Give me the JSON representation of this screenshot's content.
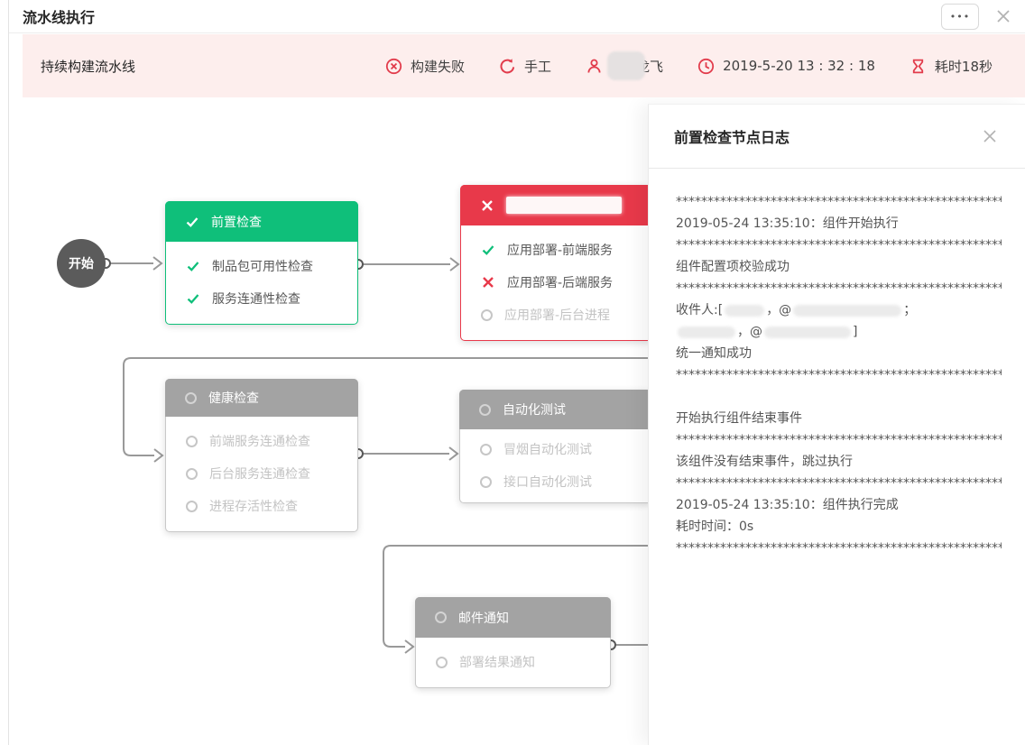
{
  "window": {
    "title": "流水线执行",
    "more_label": "•••"
  },
  "status_bar": {
    "pipeline_name": "持续构建流水线",
    "result_label": "构建失败",
    "trigger_label": "手工",
    "executor_visible": "龙飞",
    "time": "2019-5-20 13 : 32 : 18",
    "duration": "耗时18秒",
    "icons": [
      "fail-circle-icon",
      "refresh-icon",
      "user-icon",
      "clock-icon",
      "hourglass-icon"
    ]
  },
  "flow": {
    "start_label": "开始",
    "nodes": [
      {
        "title": "前置检查",
        "status": "success",
        "items": [
          {
            "label": "制品包可用性检查",
            "status": "success"
          },
          {
            "label": "服务连通性检查",
            "status": "success"
          }
        ]
      },
      {
        "title": "",
        "status": "failed",
        "items": [
          {
            "label": "应用部署-前端服务",
            "status": "success"
          },
          {
            "label": "应用部署-后端服务",
            "status": "failed"
          },
          {
            "label": "应用部署-后台进程",
            "status": "pending"
          }
        ]
      },
      {
        "title": "健康检查",
        "status": "pending",
        "items": [
          {
            "label": "前端服务连通检查",
            "status": "pending"
          },
          {
            "label": "后台服务连通检查",
            "status": "pending"
          },
          {
            "label": "进程存活性检查",
            "status": "pending"
          }
        ]
      },
      {
        "title": "自动化测试",
        "status": "pending",
        "items": [
          {
            "label": "冒烟自动化测试",
            "status": "pending"
          },
          {
            "label": "接口自动化测试",
            "status": "pending"
          }
        ]
      },
      {
        "title": "邮件通知",
        "status": "pending",
        "items": [
          {
            "label": "部署结果通知",
            "status": "pending"
          }
        ]
      }
    ]
  },
  "log": {
    "title": "前置检查节点日志",
    "stars": "********************************************************",
    "start_line": "2019-05-24 13:35:10：组件开始执行",
    "config_ok": "组件配置项校验成功",
    "recipients_prefix": "收件人:[",
    "recipients_at1": "，@",
    "recipients_end1": "；",
    "recipients_at2": "，@",
    "recipients_end2": "]",
    "notify_ok": "统一通知成功",
    "end_event_start": "开始执行组件结束事件",
    "no_end_event": "该组件没有结束事件，跳过执行",
    "finish_line": "2019-05-24 13:35:10：组件执行完成",
    "elapsed": "耗时时间：0s"
  },
  "colors": {
    "success_green": "#0fbf7a",
    "failed_red": "#e8394a",
    "accent_red": "#e23c4c",
    "status_bar_bg": "#fdeeed",
    "gray_header": "#a3a3a3",
    "connector_line": "#999999"
  }
}
